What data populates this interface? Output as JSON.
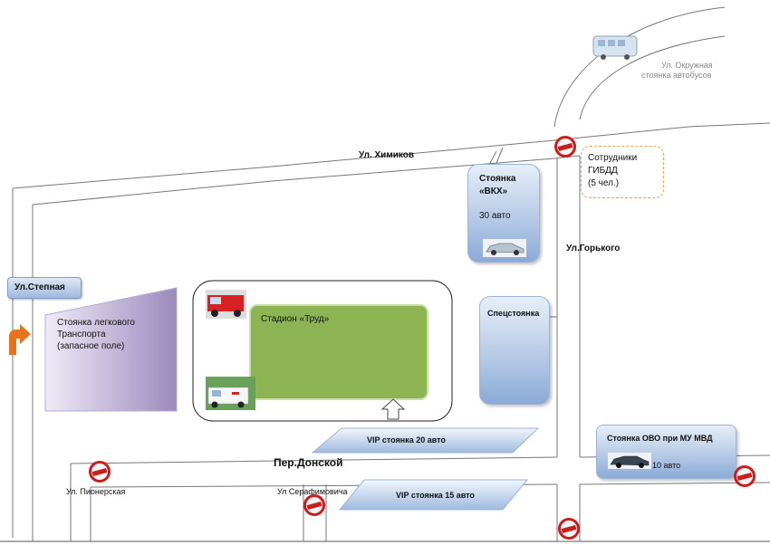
{
  "streets": {
    "khimikov": "Ул. Химиков",
    "stepnaya": "Ул.Степная",
    "gorkogo": "Ул.Горького",
    "donskoy": "Пер.Донской",
    "pionerskaya": "Ул. Пионерская",
    "serafimovicha": "Ул Серафимовича",
    "okruzhnaya": "Ул. Окружная",
    "bus_parking": "стоянка автобусов"
  },
  "zones": {
    "car_parking": {
      "line1": "Стоянка легкового",
      "line2": "Транспорта",
      "line3": "(запасное поле)"
    },
    "stadium": "Стадион «Труд»",
    "vkh": {
      "line1": "Стоянка",
      "line2": "«ВКХ»",
      "count": "30 авто"
    },
    "gibdd": {
      "line1": "Сотрудники",
      "line2": "ГИБДД",
      "line3": "(5 чел.)"
    },
    "special": "Спецстоянка",
    "vip1": "VIP стоянка   20 авто",
    "vip2": "VIP стоянка 15 авто",
    "ovo": {
      "title": "Стоянка ОВО при МУ МВД",
      "count": "10 авто"
    }
  },
  "colors": {
    "stadium_field": "#8cb453",
    "car_parking_fill": "#a899c4",
    "stop_sign": "#c81e1e",
    "parking_blue": "#b7cbe6",
    "gibdd_border": "#f0a050",
    "arrow_orange": "#e8731e"
  }
}
